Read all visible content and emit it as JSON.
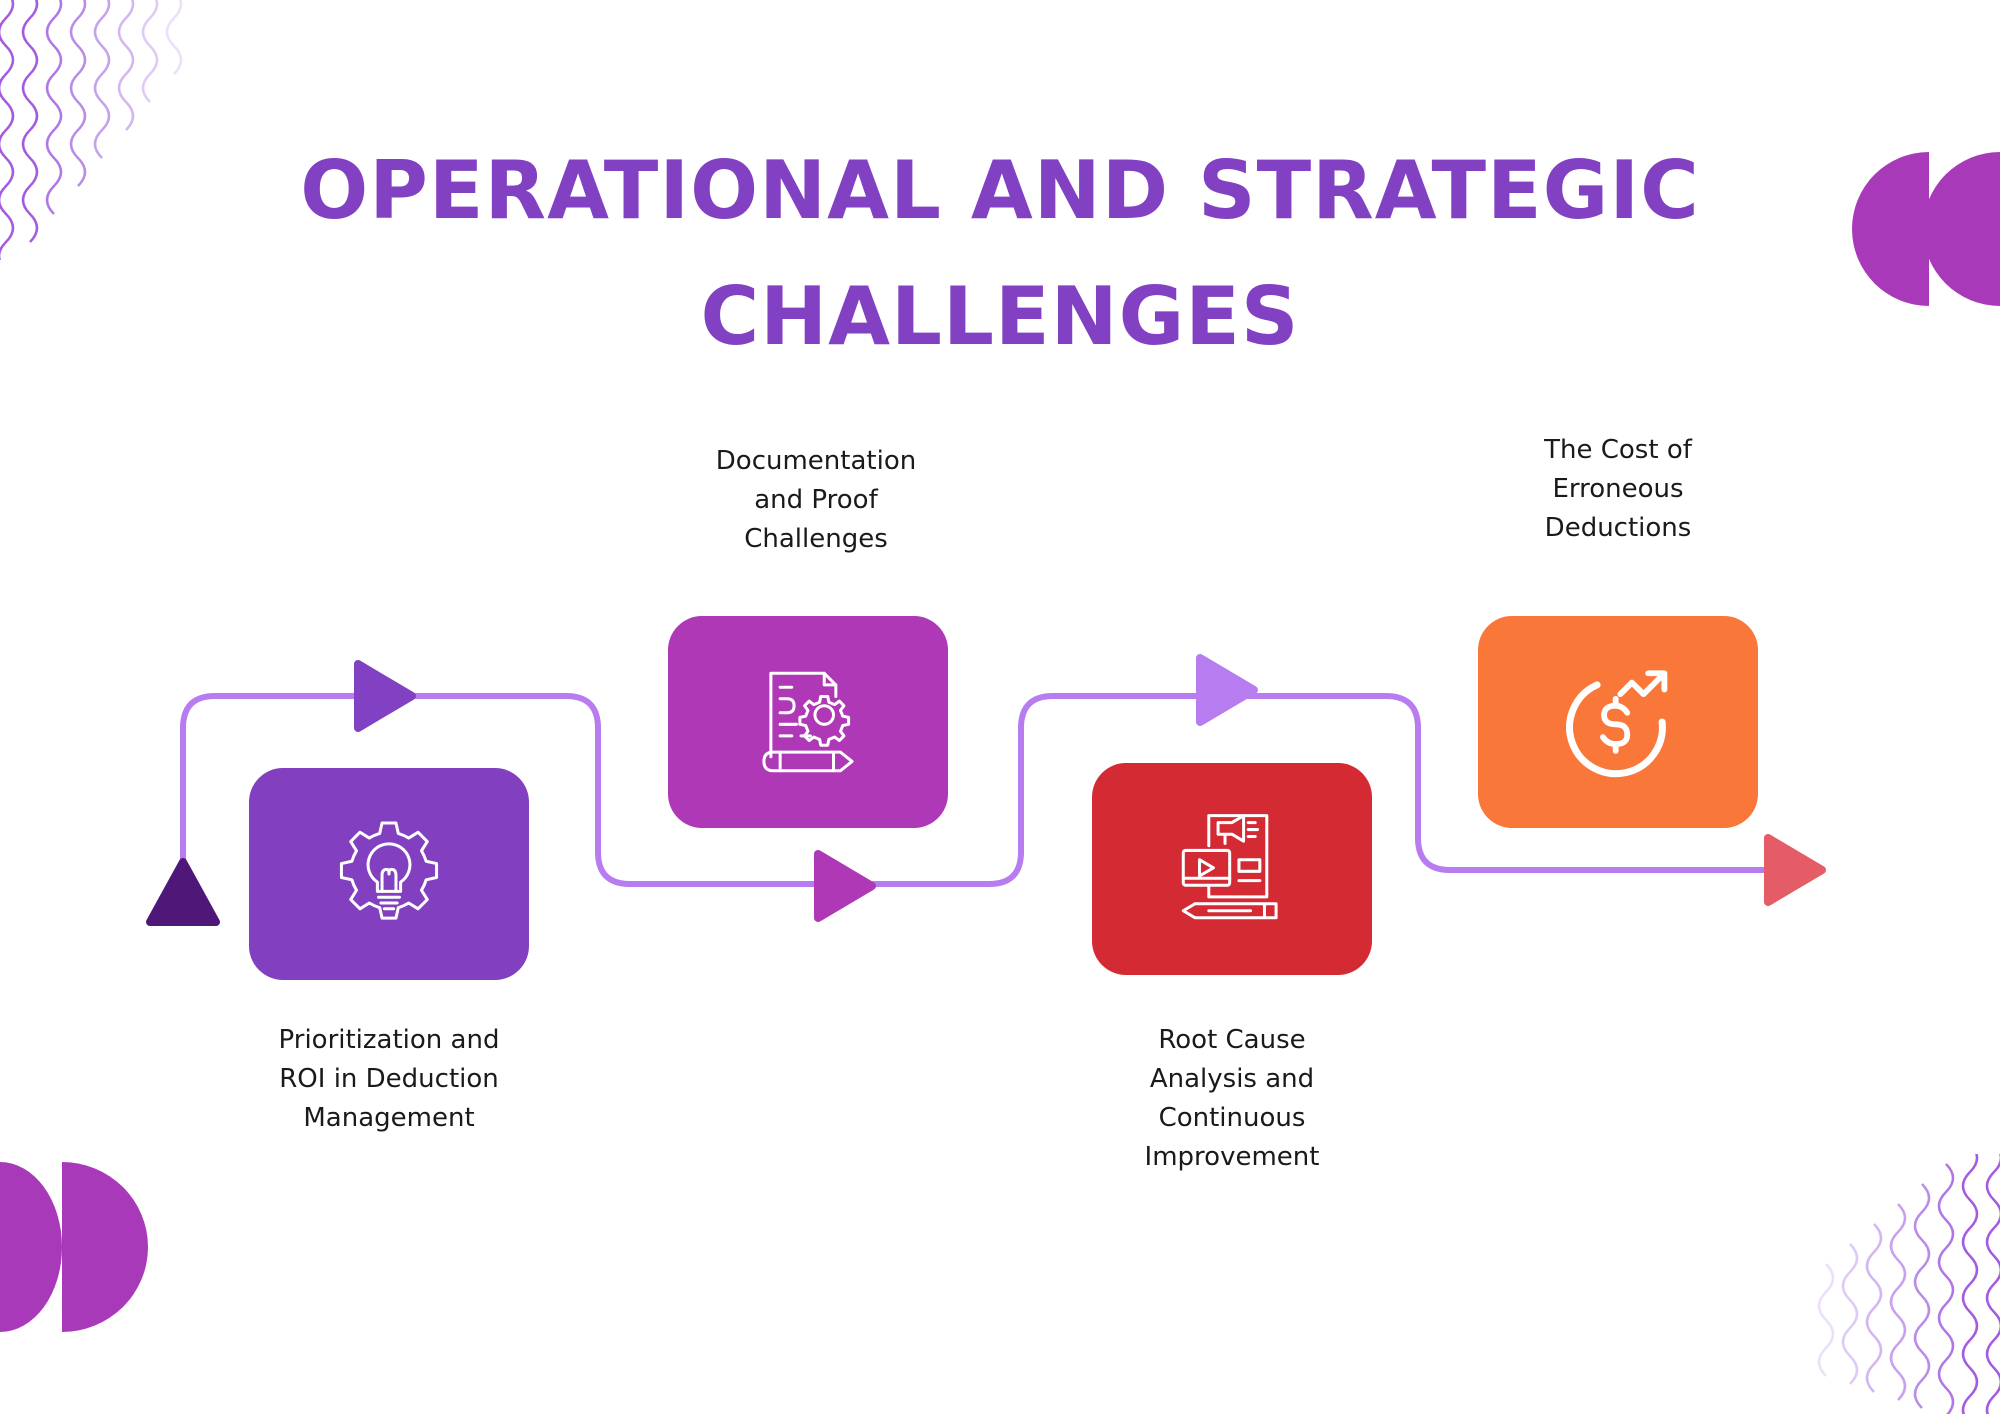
{
  "title": "OPERATIONAL AND STRATEGIC CHALLENGES",
  "colors": {
    "title": "#8241c3",
    "path": "#b77cf0",
    "card_1": "#8240c1",
    "card_2": "#ae38b6",
    "card_3": "#d32a34",
    "card_4": "#fa773a",
    "accent_pink": "#a83ab9",
    "start_marker": "#4e1778",
    "end_marker": "#e35c66"
  },
  "steps": [
    {
      "label": "Prioritization and\nROI in Deduction\nManagement",
      "icon": "lightbulb-gear-icon",
      "color": "#8240c1"
    },
    {
      "label": "Documentation\nand Proof\nChallenges",
      "icon": "document-gear-icon",
      "color": "#ae38b6"
    },
    {
      "label": "Root Cause\nAnalysis and\nContinuous\nImprovement",
      "icon": "media-report-icon",
      "color": "#d32a34"
    },
    {
      "label": "The Cost of\nErroneous\nDeductions",
      "icon": "dollar-growth-icon",
      "color": "#fa773a"
    }
  ]
}
